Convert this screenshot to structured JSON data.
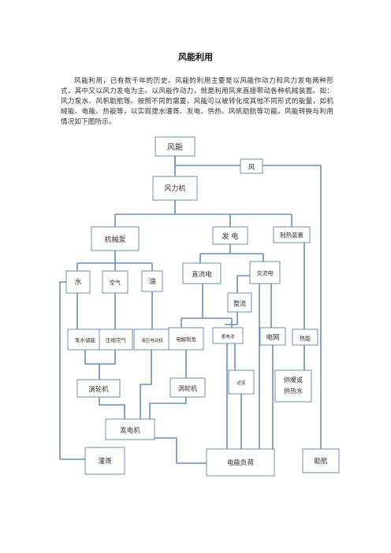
{
  "document": {
    "title": "风能利用",
    "paragraph": "风能利用，已有数千年的历史。风能的利用主要是以风能作动力和风力发电两种形式，其中又以风力发电为主。以风能作动力，就是利用风来直接带动各种机械装置。如：风力泵水、风帆助航等。按照不同的需要，风能可以被转化成其他不同形式的能量，如机械能、电能、热能等，以实现提水灌溉、发电、供热、风帆助航等功能。风能转换与利用情况如下图所示。"
  },
  "diagram": {
    "fengneng": "风能",
    "feng": "风",
    "fengliji": "风力机",
    "jixiebeng": "机械泵",
    "fadian": "发  电",
    "zhirezhuangzhi": "制热装置",
    "shui": "水",
    "kongqi": "空气",
    "you": "油",
    "zhiliudian": "直流电",
    "jiaoliudian": "交流电",
    "zhengliu": "整流",
    "bengshuichuneng": "泵水储能",
    "yasuokongqi": "压缩空气",
    "yeyamada": "液压电动机",
    "dianjiezhiqing": "电解制氢",
    "xudianchi": "蓄电池",
    "dianwang": "电网",
    "reneng": "热能",
    "wolunji_left": "涡轮机",
    "wolunji_mid": "涡轮机",
    "nibian": "逆变",
    "gongnuan_1": "供暖或",
    "gongnuan_2": "供热水",
    "fadianji": "发电机",
    "guangai": "灌溉",
    "diannengfuhe": "电能负荷",
    "zhuhang": "助航"
  }
}
